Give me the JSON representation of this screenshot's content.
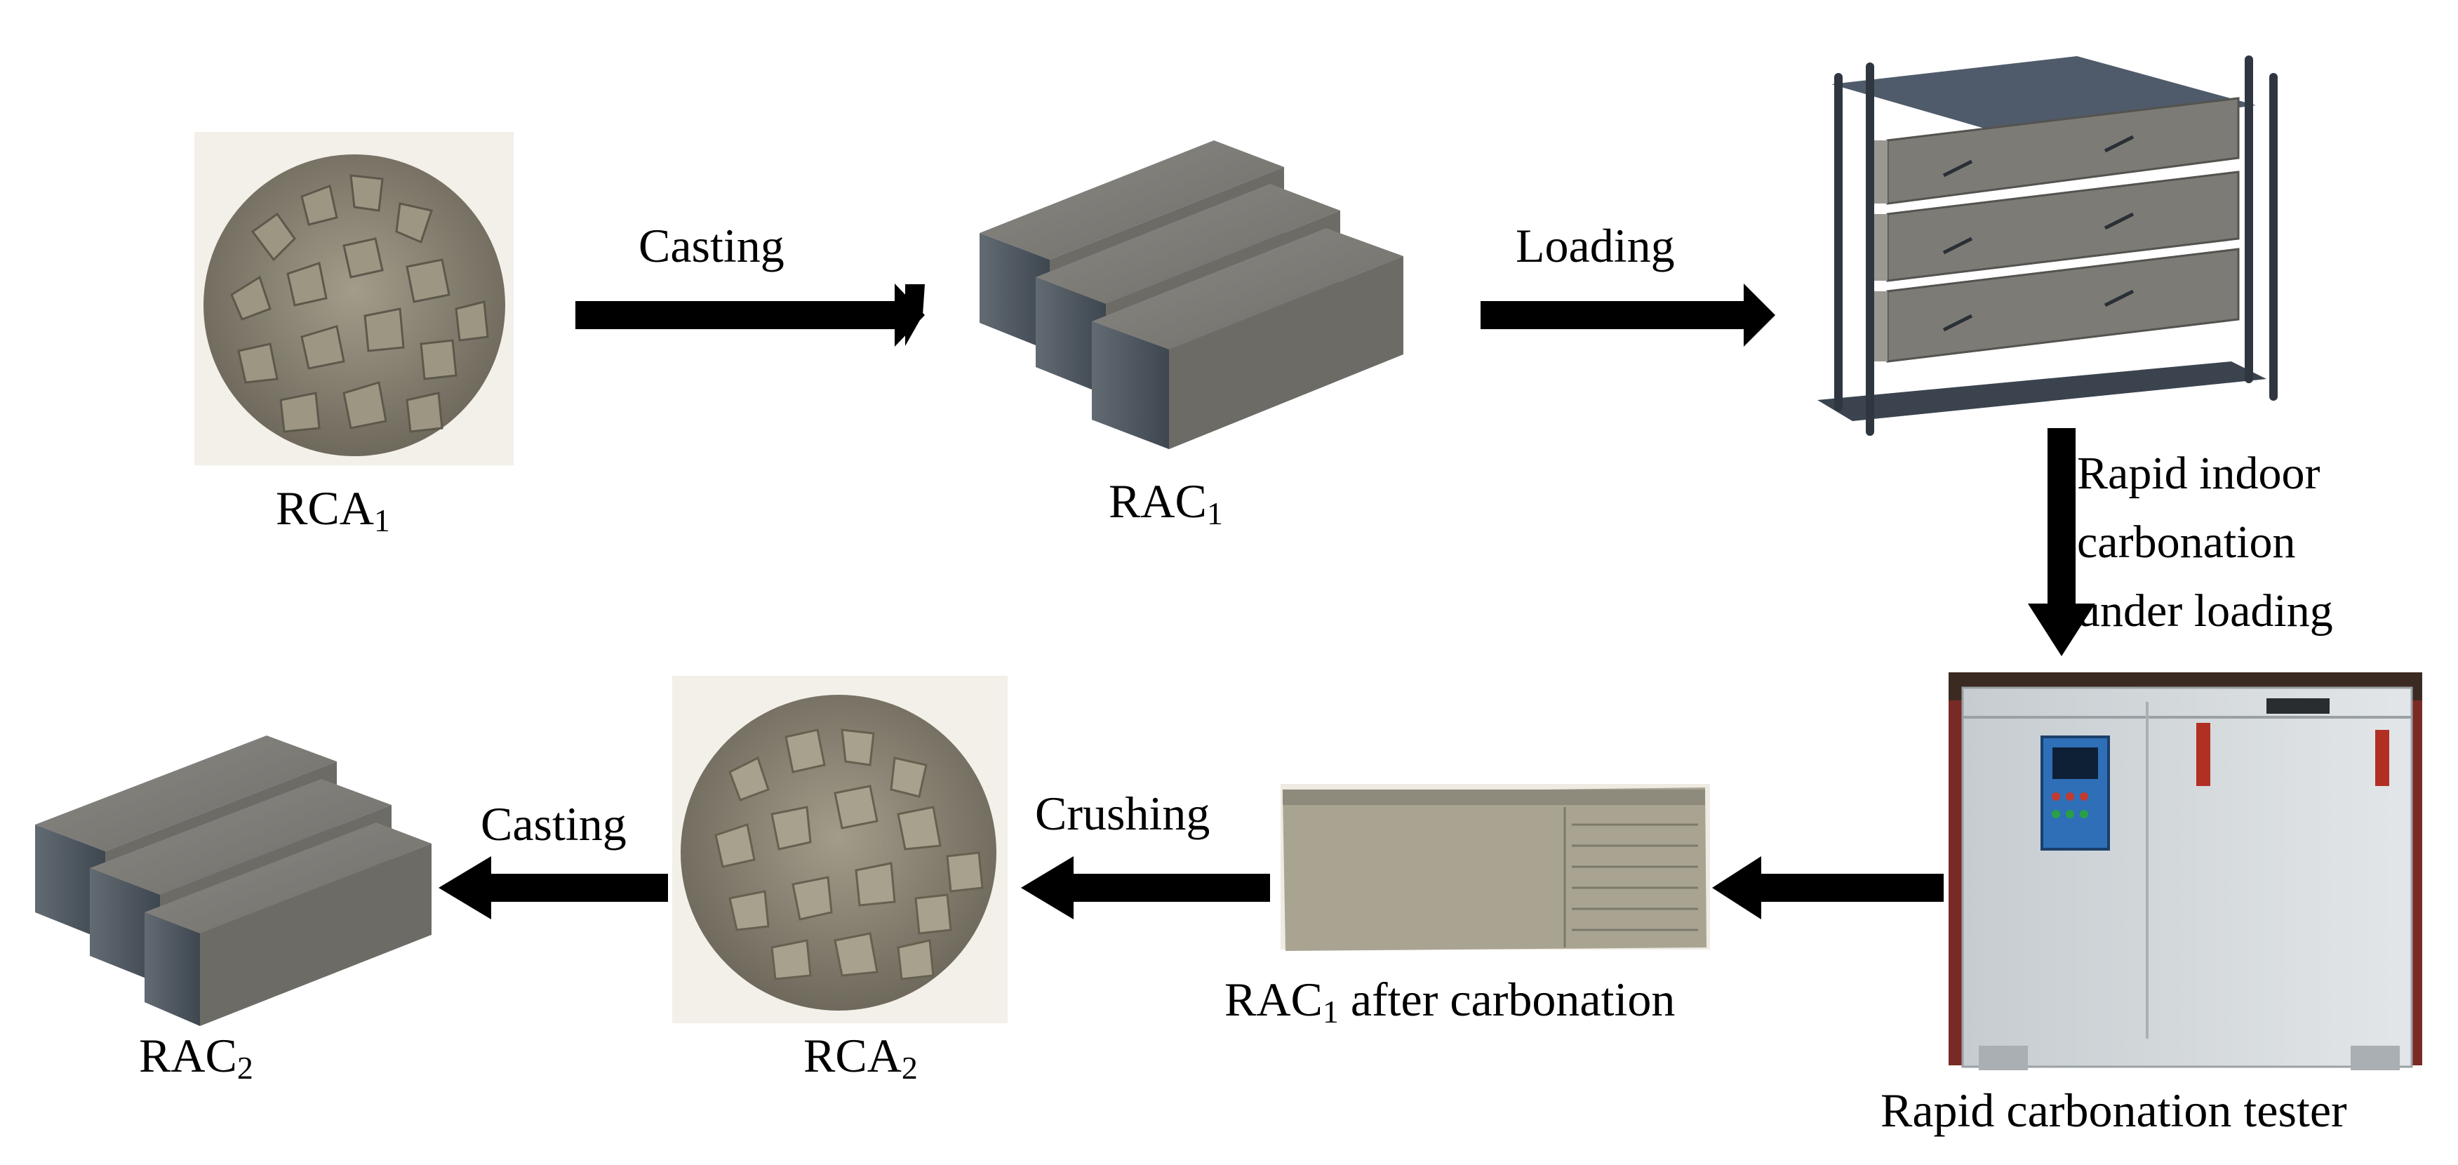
{
  "labels": {
    "rca1": {
      "main": "RCA",
      "sub": "1"
    },
    "rac1": {
      "main": "RAC",
      "sub": "1"
    },
    "rca2": {
      "main": "RCA",
      "sub": "2"
    },
    "rac2": {
      "main": "RAC",
      "sub": "2"
    },
    "rac1_after": {
      "main": "RAC",
      "sub": "1",
      "rest": " after carbonation"
    },
    "tester": "Rapid carbonation tester"
  },
  "steps": {
    "casting_1": "Casting",
    "loading": "Loading",
    "carbonation_lines": [
      "Rapid indoor",
      "carbonation",
      "under loading"
    ],
    "crushing": "Crushing",
    "casting_2": "Casting"
  },
  "colors": {
    "arrow": "#000000",
    "concrete": "#76746f",
    "aggregate": "#8f8878",
    "tester_body": "#d4d9db",
    "panel": "#1f66b8"
  }
}
